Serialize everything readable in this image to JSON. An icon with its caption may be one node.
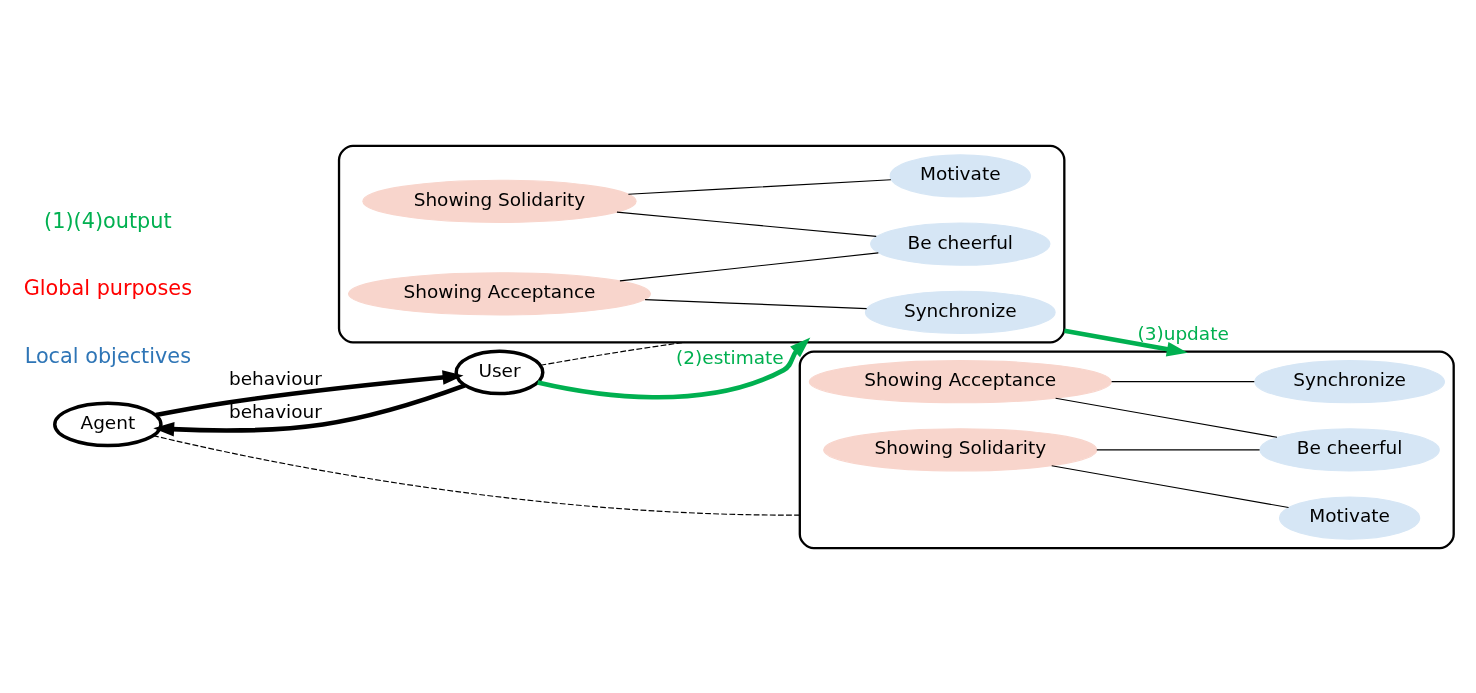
{
  "diagram": {
    "nodes": [
      {
        "text": [],
        "shape": "cloud"
      },
      {
        "text": [
          "Showing Acceptance"
        ],
        "in": 0
      },
      {
        "text": [
          "Showing Solidarity"
        ],
        "in": 0
      },
      {
        "text": [
          "Synchronize"
        ],
        "in": 0
      },
      {
        "text": [
          "Be cheerful"
        ],
        "in": 0
      },
      {
        "text": [
          "Motivate"
        ],
        "in": 0
      },
      {
        "text": [],
        "shape": "cloud"
      },
      {
        "text": [
          "Showing Acceptance"
        ],
        "in": 6
      },
      {
        "text": [
          "Showing Solidarity"
        ],
        "in": 6
      },
      {
        "text": [
          "Synchronize"
        ],
        "in": 6
      },
      {
        "text": [
          "Be cheerful"
        ],
        "in": 6
      },
      {
        "text": [
          "Motivate"
        ],
        "in": 6
      },
      {
        "text": [
          "User"
        ]
      },
      {
        "text": [
          "Agent"
        ]
      }
    ],
    "edges": [
      {
        "from": 1,
        "to": 3,
        "arrow": "none"
      },
      {
        "from": 1,
        "to": 4,
        "arrow": "none"
      },
      {
        "from": 2,
        "to": 4,
        "arrow": "none"
      },
      {
        "from": 2,
        "to": 5,
        "arrow": "none"
      },
      {
        "from": 7,
        "to": 9,
        "arrow": "none"
      },
      {
        "from": 7,
        "to": 10,
        "arrow": "none"
      },
      {
        "from": 8,
        "to": 10,
        "arrow": "none"
      },
      {
        "from": 8,
        "to": 11,
        "arrow": "none"
      },
      {
        "from": 12,
        "to": 0,
        "arrow": "none",
        "style": "dashed"
      },
      {
        "from": 13,
        "to": 6,
        "arrow": "none",
        "style": "dashed"
      },
      {
        "from": 12,
        "to": 0,
        "arrow": "to",
        "label": "(2)estimate",
        "style": "thick",
        "color": "#00b050"
      },
      {
        "from": 0,
        "to": 6,
        "arrow": "to",
        "label": "(3)update",
        "style": "thick",
        "color": "#00b050"
      },
      {
        "from": 12,
        "to": 13,
        "arrow": "to",
        "label": "behaviour",
        "style": "thick"
      },
      {
        "from": 13,
        "to": 12,
        "arrow": "to",
        "label": "behaviour",
        "style": "thick"
      }
    ],
    "labels": [
      "Local objectives",
      "Global purposes",
      "(1)(4)output"
    ]
  }
}
